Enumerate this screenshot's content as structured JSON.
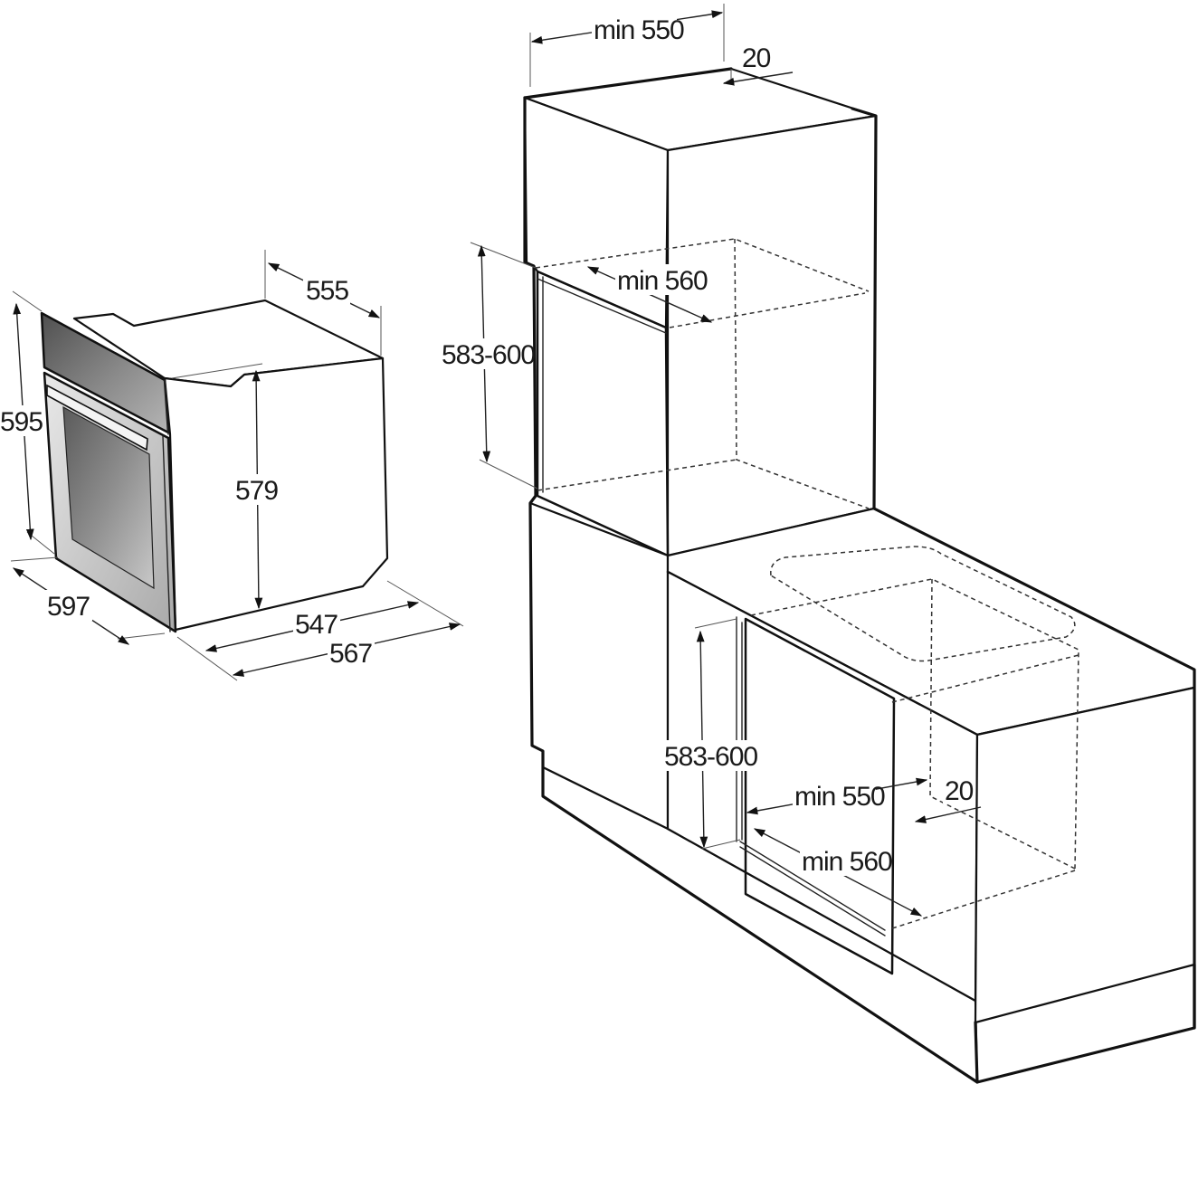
{
  "oven": {
    "width_overall": "597",
    "height_overall": "595",
    "depth_top": "555",
    "height_body": "579",
    "depth_body": "547",
    "depth_overall": "567"
  },
  "tall_cabinet": {
    "min_width": "min 550",
    "gap": "20",
    "min_depth": "min 560",
    "niche_height": "583-600"
  },
  "under_counter": {
    "niche_height": "583-600",
    "min_width": "min 550",
    "gap": "20",
    "min_depth": "min 560"
  },
  "colors": {
    "line": "#111111",
    "panel_dark": "#6f6f6f",
    "panel_light": "#d9d9d9"
  }
}
